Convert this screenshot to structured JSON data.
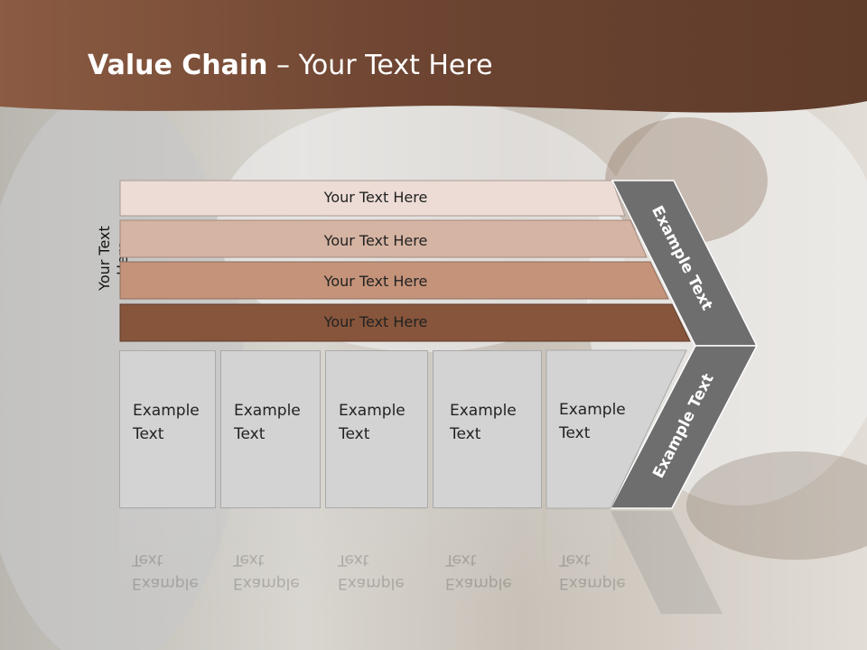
{
  "title": {
    "bold": "Value Chain",
    "rest": " – Your Text Here"
  },
  "side_label": "Your Text Here",
  "bars": [
    {
      "label": "Your Text Here",
      "color": "#ecdcd5"
    },
    {
      "label": "Your Text Here",
      "color": "#d6b4a3"
    },
    {
      "label": "Your Text Here",
      "color": "#c49379"
    },
    {
      "label": "Your Text Here",
      "color": "#87553b"
    }
  ],
  "columns": [
    {
      "line1": "Example",
      "line2": "Text"
    },
    {
      "line1": "Example",
      "line2": "Text"
    },
    {
      "line1": "Example",
      "line2": "Text"
    },
    {
      "line1": "Example",
      "line2": "Text"
    },
    {
      "line1": "Example",
      "line2": "Text"
    }
  ],
  "chevron_top": "Example Text",
  "chevron_bottom": "Example Text",
  "colors": {
    "header": "#6b4330",
    "chevron": "#6e6e6e",
    "box": "#d3d3d3"
  }
}
